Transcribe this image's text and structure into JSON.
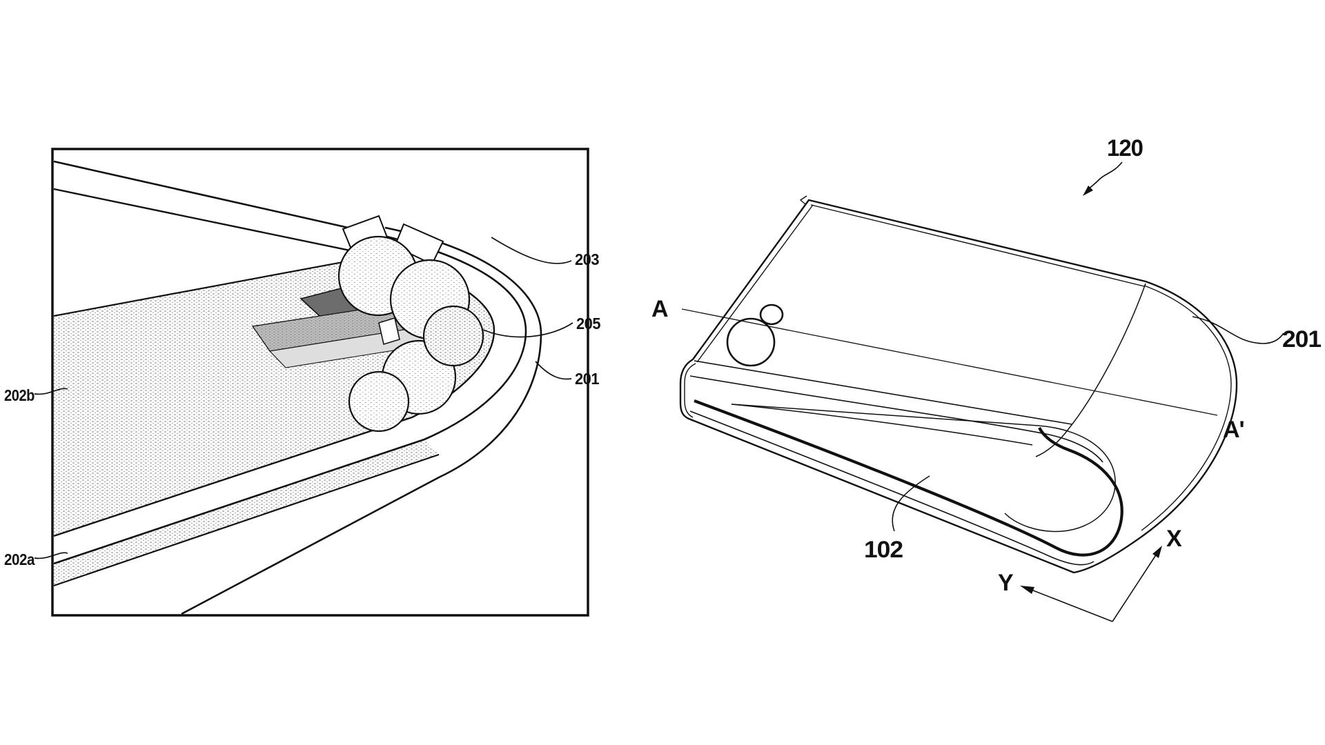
{
  "document": {
    "kind": "patent-figure-sheet",
    "background_color": "#ffffff",
    "line_color": "#111111",
    "dark_fill": "#6d6d6d",
    "mid_fill": "#bfbfbf",
    "light_fill": "#dedede"
  },
  "figures": {
    "left": {
      "description": "enlarged cross-section of foldable hinge region inside a rectangular frame",
      "labels": [
        {
          "id": "ref-203",
          "text": "203"
        },
        {
          "id": "ref-205",
          "text": "205"
        },
        {
          "id": "ref-201",
          "text": "201"
        },
        {
          "id": "ref-202b",
          "text": "202b"
        },
        {
          "id": "ref-202a",
          "text": "202a"
        }
      ]
    },
    "right": {
      "description": "perspective view of folded device",
      "labels": [
        {
          "id": "ref-120",
          "text": "120"
        },
        {
          "id": "ref-201",
          "text": "201"
        },
        {
          "id": "section-a",
          "text": "A"
        },
        {
          "id": "section-a-prime",
          "text": "A'"
        },
        {
          "id": "ref-102",
          "text": "102"
        },
        {
          "id": "axis-x",
          "text": "X"
        },
        {
          "id": "axis-y",
          "text": "Y"
        }
      ]
    }
  }
}
